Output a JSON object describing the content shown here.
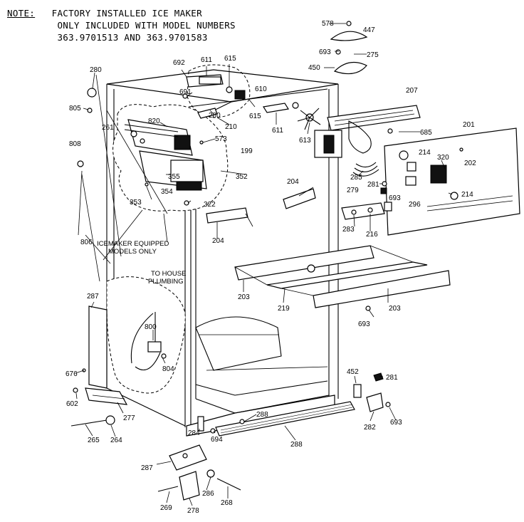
{
  "note": {
    "label": "NOTE:",
    "line1": "FACTORY INSTALLED ICE MAKER",
    "line2": "ONLY INCLUDED WITH MODEL NUMBERS",
    "line3": "363.9701513 AND 363.9701583"
  },
  "callouts": {
    "icemaker": [
      "ICEMAKER EQUIPPED",
      "MODELS ONLY"
    ],
    "plumbing": [
      "TO HOUSE",
      "PLUMBING"
    ]
  },
  "parts": [
    "578",
    "447",
    "693",
    "275",
    "450",
    "692",
    "611",
    "615",
    "280",
    "691",
    "610",
    "207",
    "805",
    "261",
    "820",
    "280",
    "210",
    "615",
    "611",
    "613",
    "685",
    "201",
    "808",
    "573",
    "199",
    "214",
    "320",
    "355",
    "352",
    "202",
    "354",
    "353",
    "285",
    "204",
    "281",
    "693",
    "214",
    "296",
    "322",
    "279",
    "283",
    "216",
    "204",
    "806",
    "203",
    "219",
    "203",
    "287",
    "693",
    "800",
    "804",
    "676",
    "452",
    "281",
    "602",
    "288",
    "277",
    "282",
    "693",
    "284",
    "694",
    "288",
    "265",
    "264",
    "287",
    "286",
    "268",
    "269",
    "278"
  ],
  "colors": {
    "ink": "#000000",
    "paper": "#ffffff"
  }
}
